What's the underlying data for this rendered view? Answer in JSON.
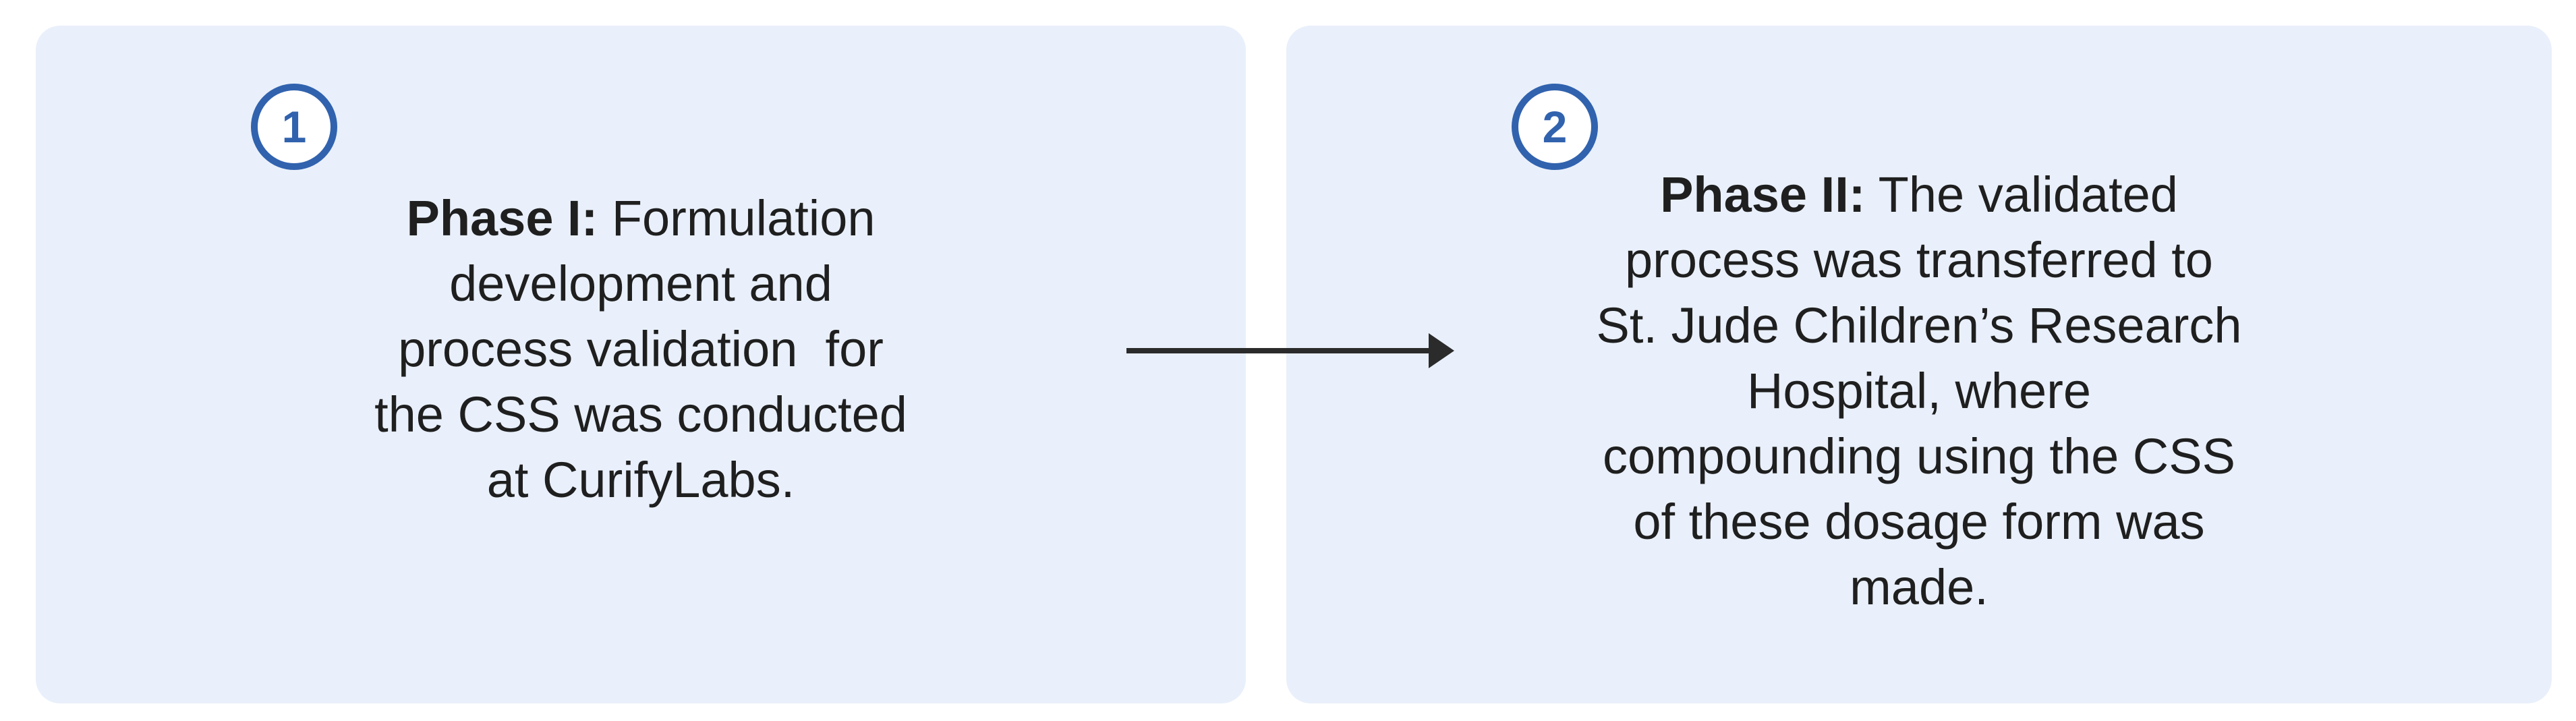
{
  "figure": {
    "background": "#ffffff",
    "card_bg": "#E9F0FB",
    "accent_blue": "#3162AE",
    "text_color": "#1F1F1F",
    "arrow_color": "#2B2B2B",
    "steps": [
      {
        "number": "1",
        "bold_prefix": "Phase I:",
        "body": " Formulation\ndevelopment and\nprocess validation  for\nthe CSS was conducted\nat CurifyLabs."
      },
      {
        "number": "2",
        "bold_prefix": "Phase II:",
        "body": " The validated\nprocess was transferred to\nSt. Jude Children’s Research\nHospital, where\ncompounding using the CSS\nof these dosage form was\nmade."
      }
    ],
    "arrow": {
      "direction": "right",
      "from_step": "1",
      "to_step": "2"
    }
  }
}
